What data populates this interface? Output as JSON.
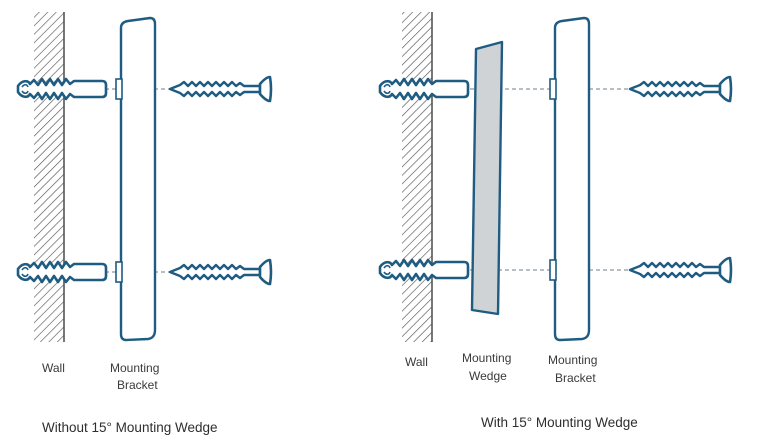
{
  "colors": {
    "stroke": "#1f5c82",
    "wedge_fill": "#cfd3d6",
    "wall_hatch": "#555555",
    "guide": "#6f7f8a",
    "text": "#3a3a3a"
  },
  "left_diagram": {
    "caption": "Without 15° Mounting Wedge",
    "labels": {
      "wall": "Wall",
      "bracket_line1": "Mounting",
      "bracket_line2": "Bracket"
    }
  },
  "right_diagram": {
    "caption": "With 15° Mounting Wedge",
    "labels": {
      "wall": "Wall",
      "wedge_line1": "Mounting",
      "wedge_line2": "Wedge",
      "bracket_line1": "Mounting",
      "bracket_line2": "Bracket"
    }
  }
}
